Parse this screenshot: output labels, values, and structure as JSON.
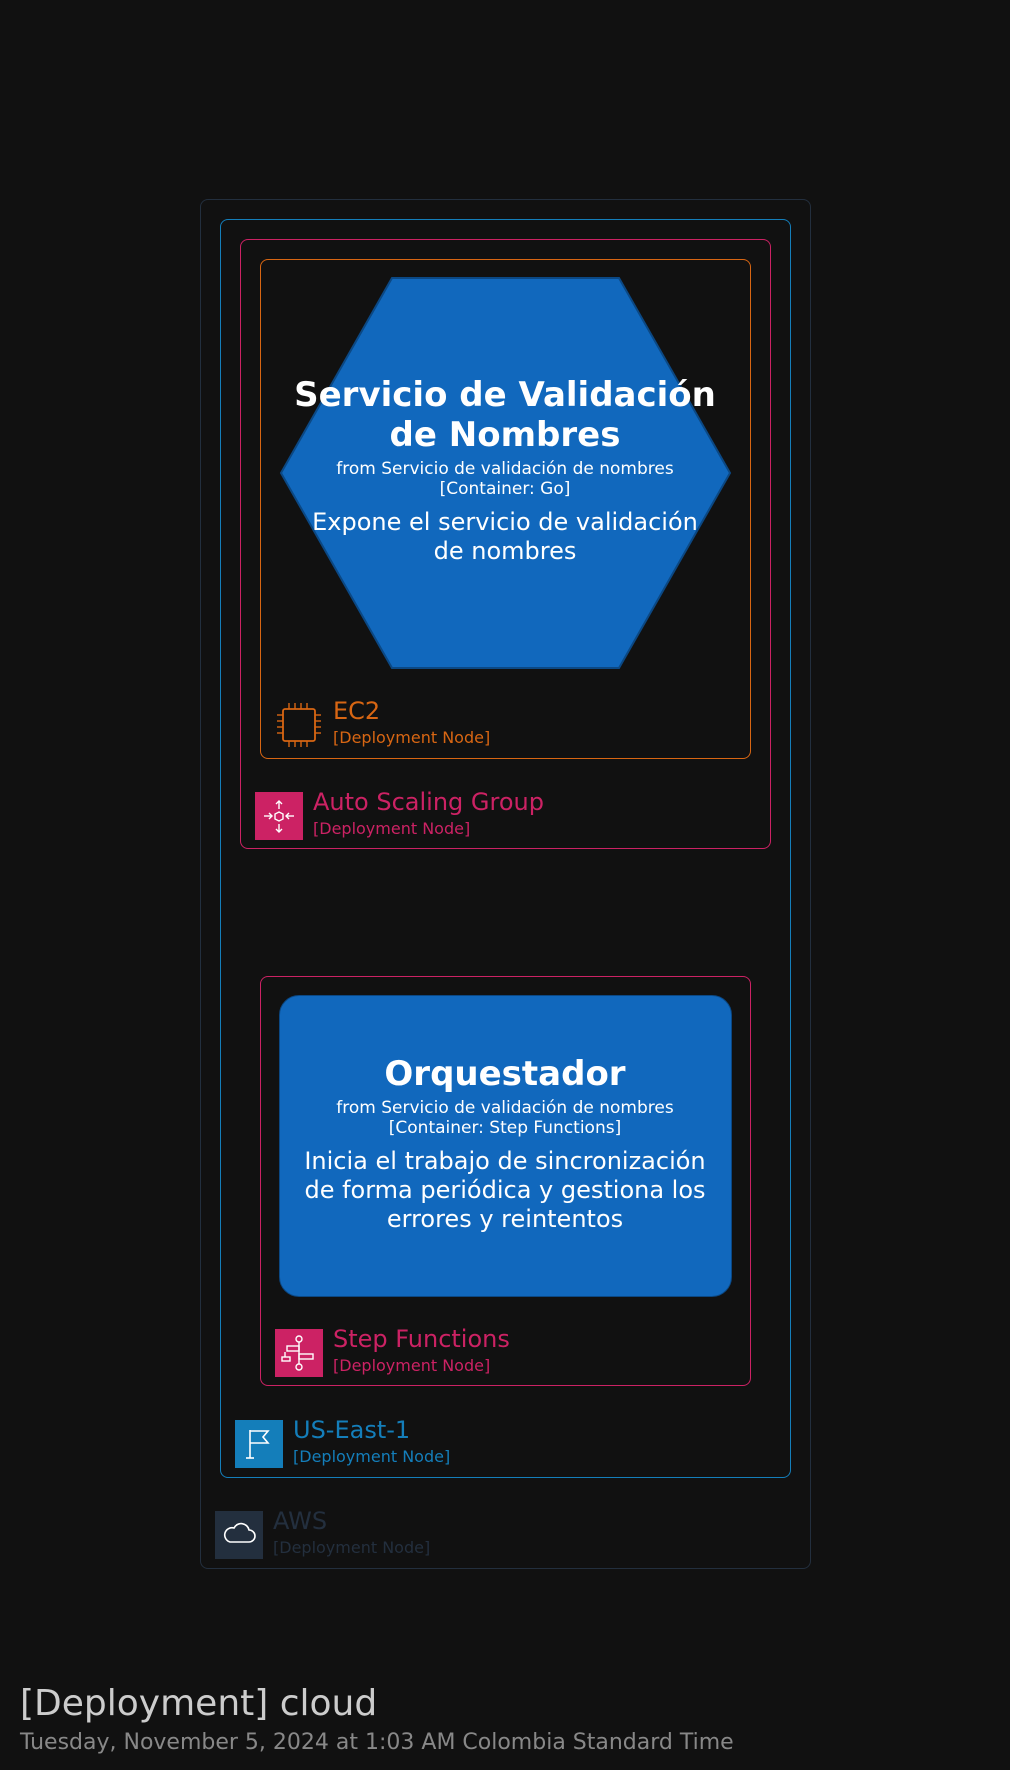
{
  "colors": {
    "background": "#111111",
    "aws": "#232f3e",
    "region": "#147eba",
    "ec2": "#d86613",
    "pink": "#cc2264",
    "container": "#1168bd"
  },
  "nodes": {
    "aws": {
      "title": "AWS",
      "type": "[Deployment Node]",
      "icon": "cloud-icon"
    },
    "region": {
      "title": "US-East-1",
      "type": "[Deployment Node]",
      "icon": "flag-icon"
    },
    "asg": {
      "title": "Auto Scaling Group",
      "type": "[Deployment Node]",
      "icon": "auto-scaling-icon"
    },
    "ec2": {
      "title": "EC2",
      "type": "[Deployment Node]",
      "icon": "chip-icon"
    },
    "step_functions": {
      "title": "Step Functions",
      "type": "[Deployment Node]",
      "icon": "step-functions-icon"
    }
  },
  "containers": {
    "validation": {
      "title_line1": "Servicio de Validación",
      "title_line2": "de Nombres",
      "from": "from Servicio de validación de nombres",
      "tech": "[Container: Go]",
      "desc_line1": "Expone el servicio de validación",
      "desc_line2": "de nombres"
    },
    "orchestrator": {
      "title": "Orquestador",
      "from": "from Servicio de validación de nombres",
      "tech": "[Container: Step Functions]",
      "desc_line1": "Inicia el trabajo de sincronización",
      "desc_line2": "de forma periódica y gestiona los",
      "desc_line3": "errores y reintentos"
    }
  },
  "footer": {
    "title": "[Deployment] cloud",
    "timestamp": "Tuesday, November 5, 2024 at 1:03 AM Colombia Standard Time"
  }
}
